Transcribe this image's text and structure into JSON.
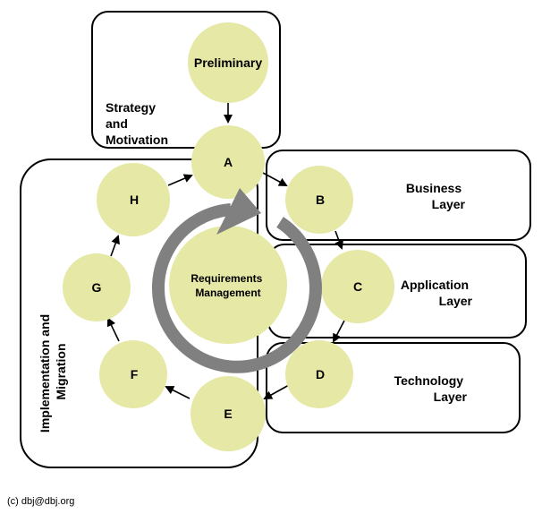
{
  "diagram": {
    "layers": {
      "strategy": [
        "Strategy",
        "and",
        "Motivation"
      ],
      "business": [
        "Business",
        "Layer"
      ],
      "application": [
        "Application",
        "Layer"
      ],
      "technology": [
        "Technology",
        "Layer"
      ],
      "implementation": [
        "Implementation and",
        "Migration"
      ]
    },
    "phases": {
      "preliminary": "Preliminary",
      "a": "A",
      "b": "B",
      "c": "C",
      "d": "D",
      "e": "E",
      "f": "F",
      "g": "G",
      "h": "H",
      "requirements": [
        "Requirements",
        "Management"
      ]
    },
    "copyright": "(c) dbj@dbj.org",
    "colors": {
      "phase_fill": "#e6e8a6",
      "cycle_arrow": "#808080",
      "border": "#000000"
    }
  }
}
